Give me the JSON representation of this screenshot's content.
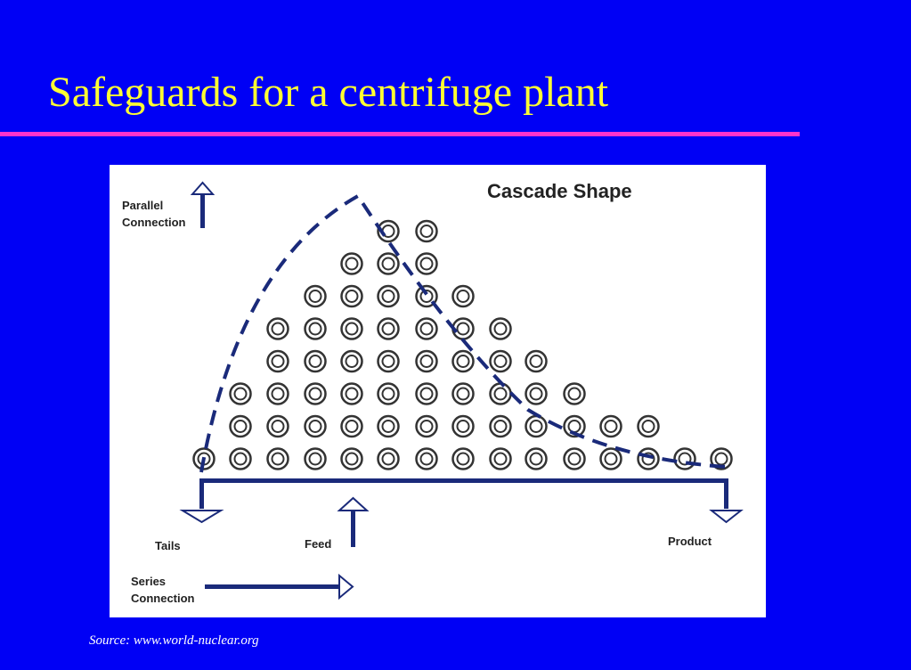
{
  "slide": {
    "title": "Safeguards for a centrifuge plant",
    "source": "Source: www.world-nuclear.org"
  },
  "diagram": {
    "heading": "Cascade Shape",
    "parallel_label_line1": "Parallel",
    "parallel_label_line2": "Connection",
    "tails_label": "Tails",
    "feed_label": "Feed",
    "product_label": "Product",
    "series_label_line1": "Series",
    "series_label_line2": "Connection",
    "column_heights": [
      1,
      3,
      5,
      6,
      7,
      8,
      8,
      6,
      5,
      4,
      3,
      2,
      2,
      1,
      1
    ],
    "centrifuge_count": 62,
    "envelope_style": "dashed",
    "colors": {
      "accent_line": "#1a2a7a",
      "circle_stroke": "#333333",
      "arrow_fill": "#ffffff"
    }
  },
  "colors": {
    "background": "#0000f5",
    "title": "#ffff33",
    "rule": "#ff33cc",
    "source": "#ffffff"
  }
}
